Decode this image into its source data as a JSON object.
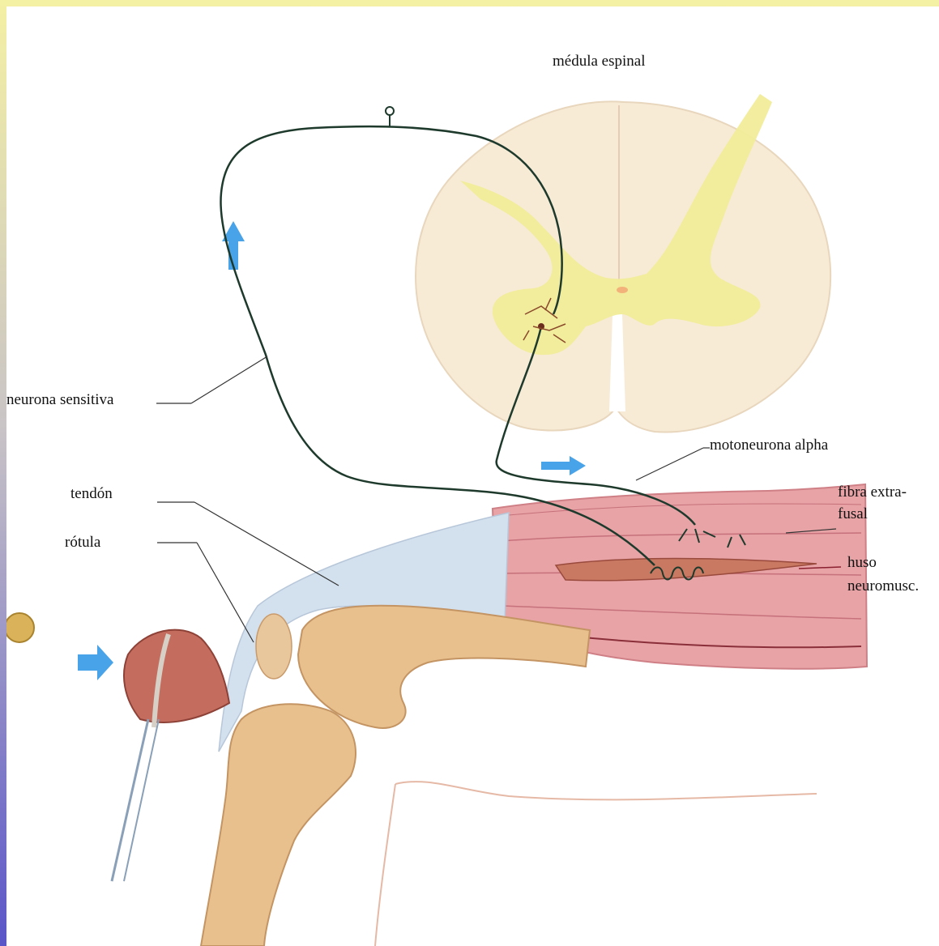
{
  "labels": {
    "spinal_cord": "médula espinal",
    "sensory_neuron": "neurona sensitiva",
    "alpha_motor_neuron": "motoneurona alpha",
    "tendon": "tendón",
    "patella": "rótula",
    "extrafusal_fiber_line1": "fibra extra-",
    "extrafusal_fiber_line2": "fusal",
    "spindle_line1": "huso",
    "spindle_line2": "neuromusc."
  },
  "colors": {
    "spinal_white_matter": "#f7ebd6",
    "spinal_gray_matter": "#f1ec9a",
    "muscle": "#e7a3a6",
    "tendon": "#d3e0ee",
    "bone": "#e7c08d",
    "hammer": "#c46d5e",
    "arrow": "#49a3e8",
    "nerve": "#1e3a2c"
  }
}
